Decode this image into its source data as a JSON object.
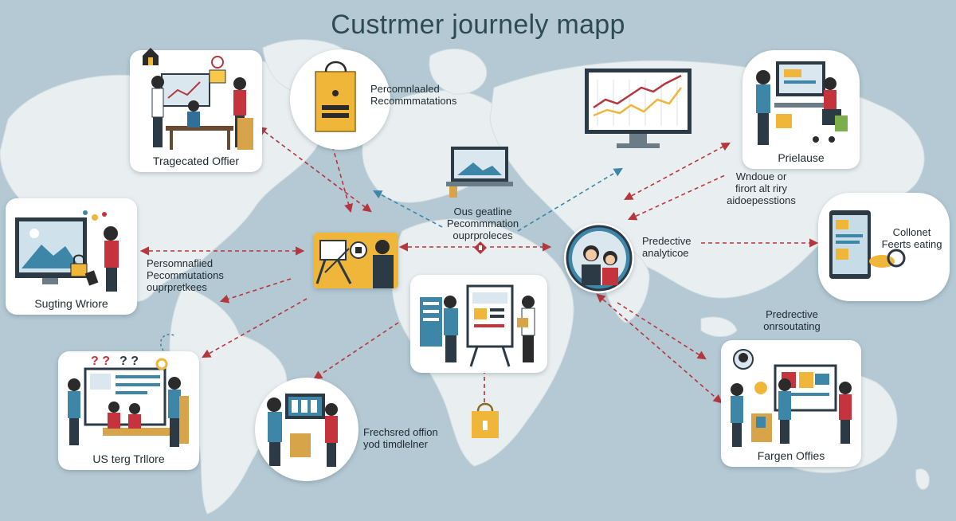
{
  "title": "Custrmer journely mapp",
  "colors": {
    "ocean": "#b4c9d3",
    "land": "#e9eff1",
    "arrow_red": "#b5363d",
    "arrow_blue": "#3e86a8",
    "accent_gold": "#f0b63a",
    "ink": "#1f2a30"
  },
  "cards": {
    "targeted_offer": {
      "caption": "Tragecated Offier"
    },
    "personalized_top": {
      "lines": [
        "Percomnlaaled",
        "Recommmatations"
      ]
    },
    "center_laptop": {
      "lines": [
        "Ous geatline",
        "Pecommmation",
        "ouprproleces"
      ]
    },
    "prielause": {
      "caption": "Prielause"
    },
    "window_label": {
      "lines": [
        "Wndoue or",
        "firort alt riry",
        "aidoepesstions"
      ]
    },
    "collones": {
      "lines": [
        "Collonet",
        "Feerts eating"
      ]
    },
    "surging": {
      "caption": "Sugting Wriore"
    },
    "personalized_left": {
      "lines": [
        "Persomnaflied",
        "Pecommutations",
        "ouprpretkees"
      ]
    },
    "predictive_analytics": {
      "lines": [
        "Predective",
        "analyticoe"
      ]
    },
    "predictive_forecasting": {
      "lines": [
        "Predrective",
        "onrsoutating"
      ]
    },
    "us_target": {
      "caption": "US terg Trllore"
    },
    "freshest_offer": {
      "lines": [
        "Frechsred offion",
        "yod timdlelner"
      ]
    },
    "fargen": {
      "caption": "Fargen Offies"
    }
  },
  "icons": [
    "house-icon",
    "shopping-bag-icon",
    "laptop-icon",
    "monitor-icon",
    "line-chart-icon",
    "lock-icon",
    "question-mark-icon",
    "target-icon"
  ]
}
